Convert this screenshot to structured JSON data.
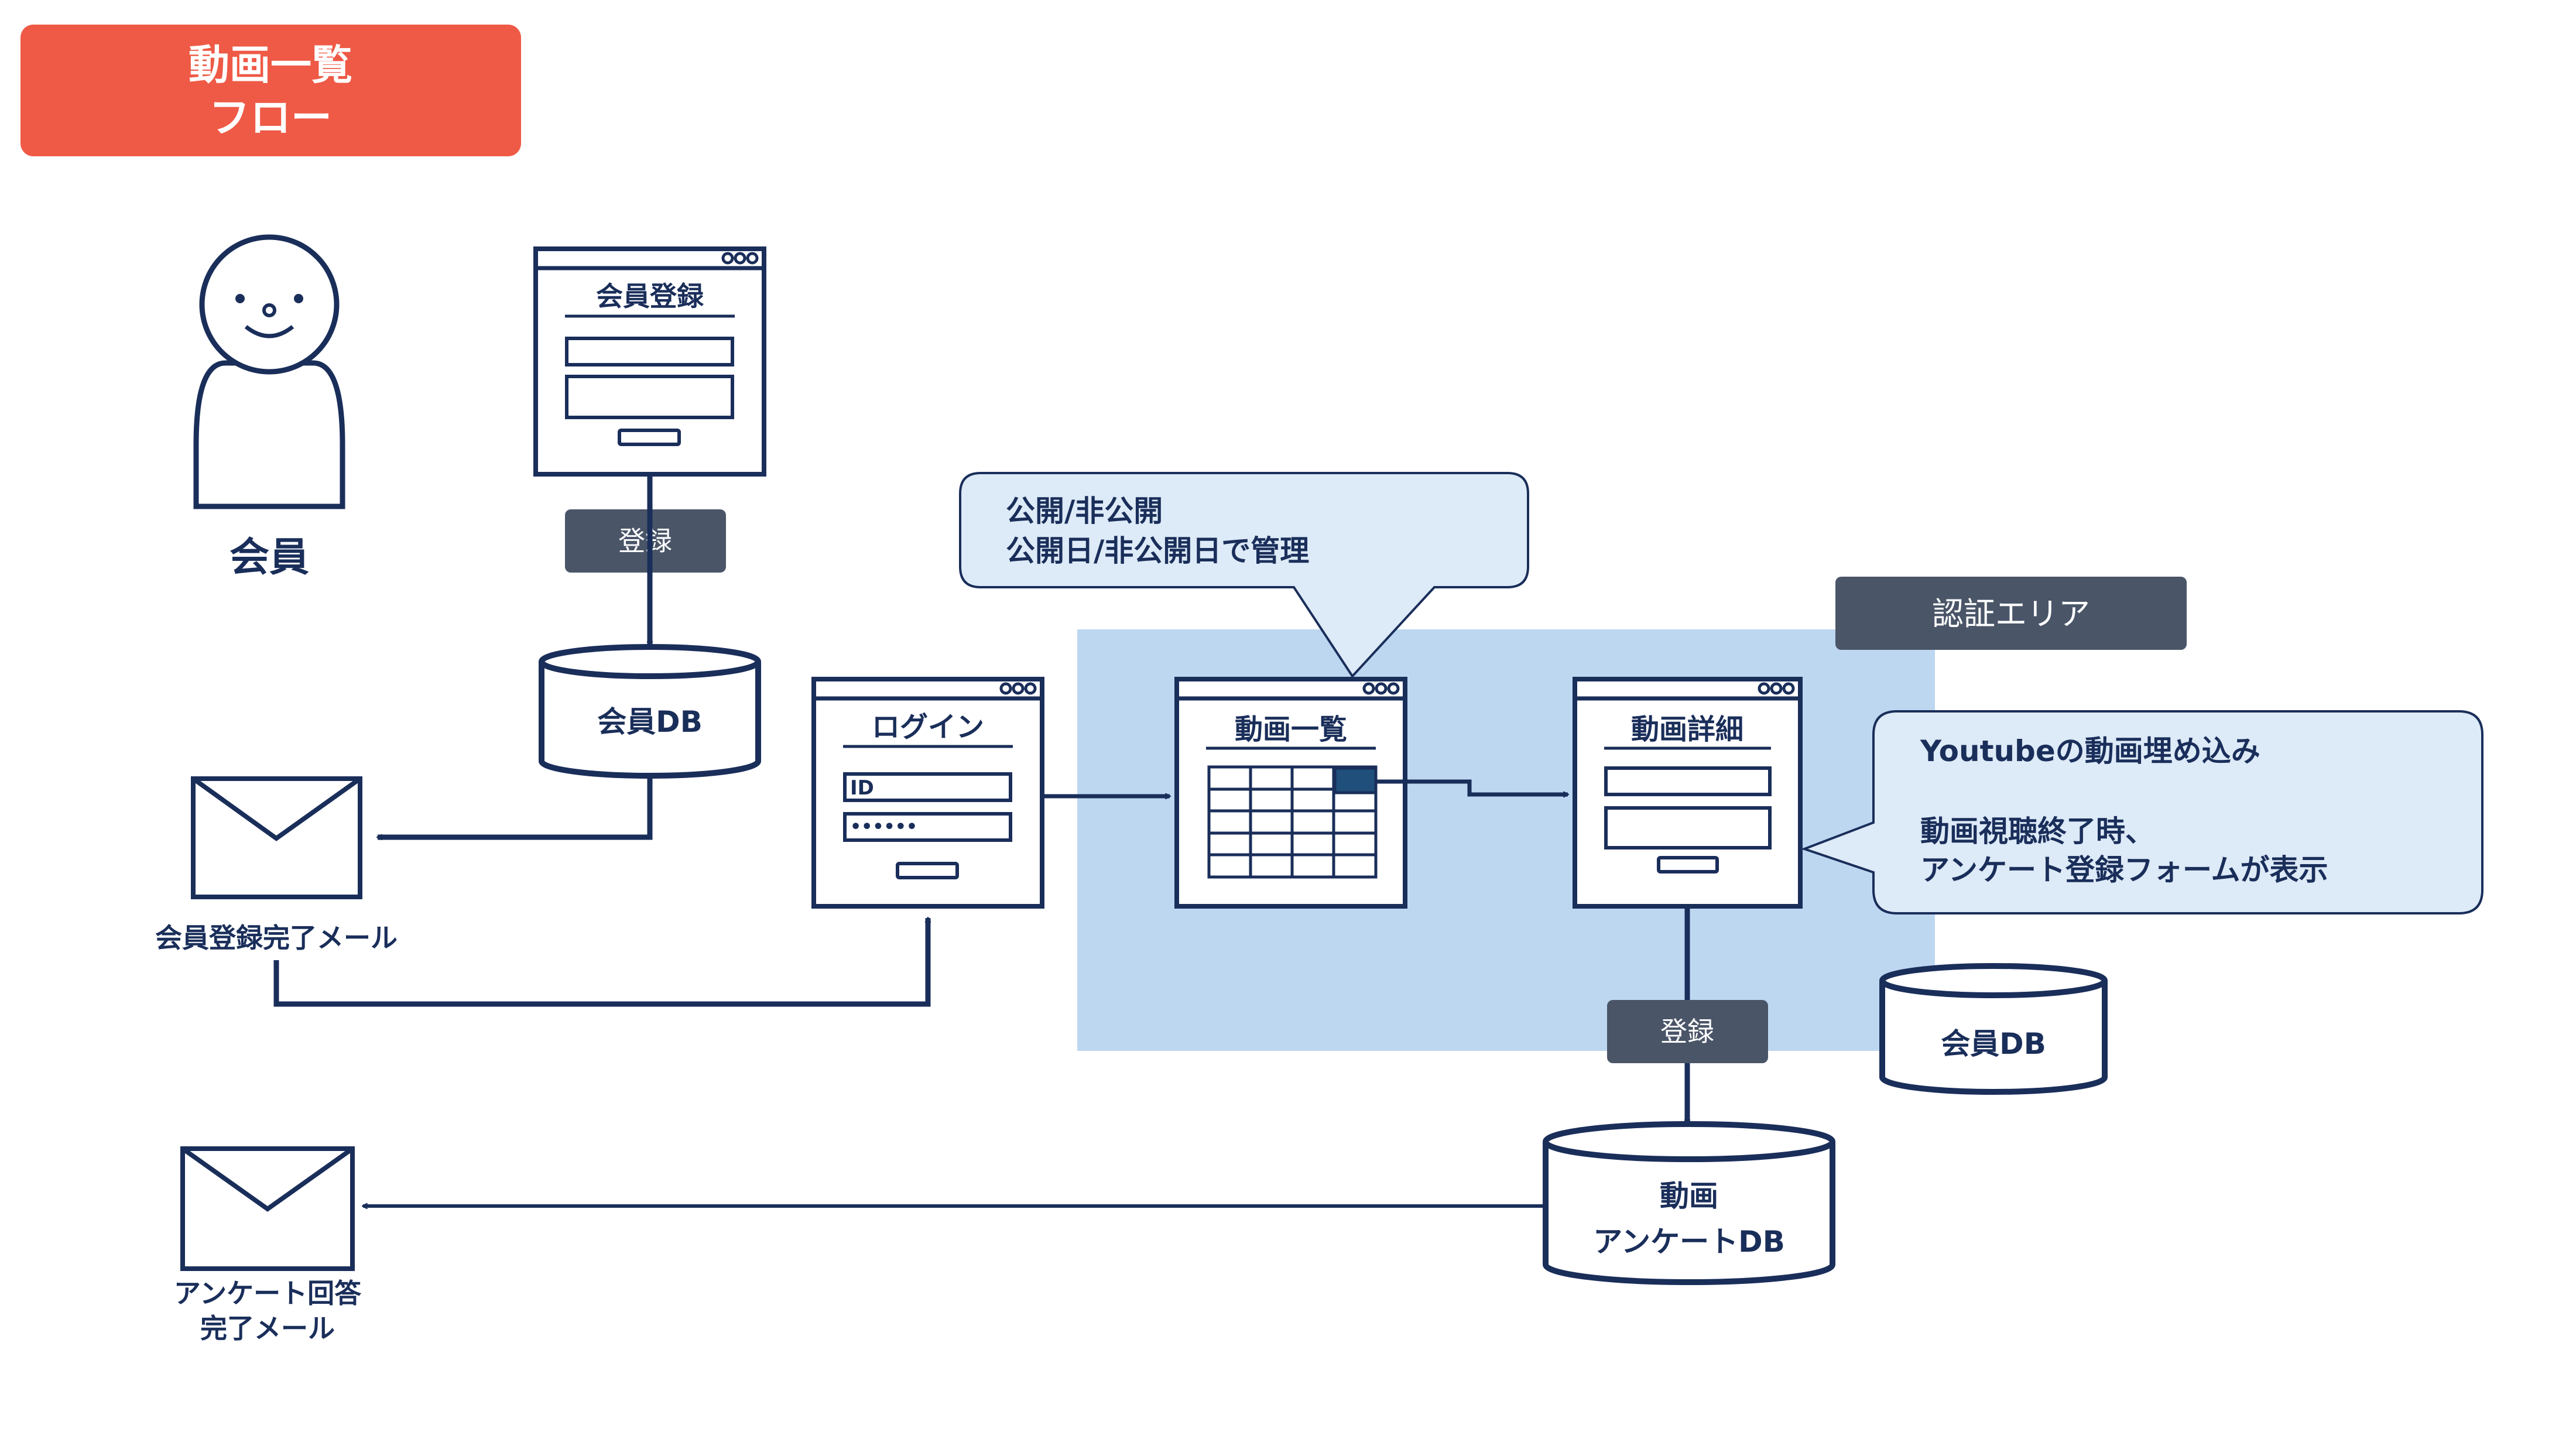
{
  "title_badge": {
    "line1": "動画一覧",
    "line2": "フロー",
    "color": "#ee5a46"
  },
  "actor": {
    "label": "会員",
    "icon": "person-icon"
  },
  "screens": {
    "register": {
      "title": "会員登録"
    },
    "login": {
      "title": "ログイン",
      "id_label": "ID",
      "password_mask": "••••••"
    },
    "video_list": {
      "title": "動画一覧"
    },
    "video_detail": {
      "title": "動画詳細"
    }
  },
  "databases": {
    "member_db_top": "会員DB",
    "member_db_right": "会員DB",
    "survey_db_line1": "動画",
    "survey_db_line2": "アンケートDB"
  },
  "tags": {
    "register_top": "登録",
    "register_bottom": "登録",
    "auth_area": "認証エリア"
  },
  "mails": {
    "registration_complete": "会員登録完了メール",
    "survey_line1": "アンケート回答",
    "survey_line2": "完了メール"
  },
  "callouts": {
    "publish_line1": "公開/非公開",
    "publish_line2": "公開日/非公開日で管理",
    "youtube_line1": "Youtubeの動画埋め込み",
    "youtube_line2": "動画視聴終了時、",
    "youtube_line3": "アンケート登録フォームが表示"
  },
  "colors": {
    "navy": "#1a2e5a",
    "auth_area": "#bdd7f1",
    "callout_fill": "#ddeaf7",
    "tag_fill": "#4a5568",
    "selected_cell": "#1f4f7a"
  }
}
